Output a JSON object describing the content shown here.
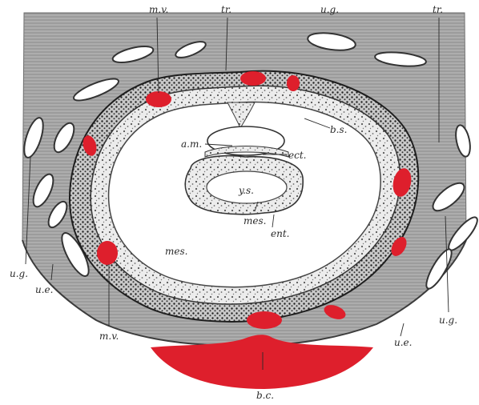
{
  "labels": {
    "mv_top": "m.v.",
    "tr_top": "tr.",
    "ug_top": "u.g.",
    "tr_right": "tr.",
    "bs": "b.s.",
    "am": "a.m.",
    "ect": "ect.",
    "ys": "y.s.",
    "ent": "ent.",
    "mes_center": "mes.",
    "mes_lower": "mes.",
    "ug_left": "u.g.",
    "ue_left": "u.e.",
    "mv_bottom": "m.v.",
    "ug_right": "u.g.",
    "ue_right": "u.e.",
    "bc": "b.c."
  },
  "colors": {
    "uterine_wall": "#a9a9a9",
    "wall_dark": "#8f8f8f",
    "cavity": "#ffffff",
    "tissue_band": "#e7e7e7",
    "blood": "#de1f2c",
    "ink": "#2a2a2a"
  }
}
